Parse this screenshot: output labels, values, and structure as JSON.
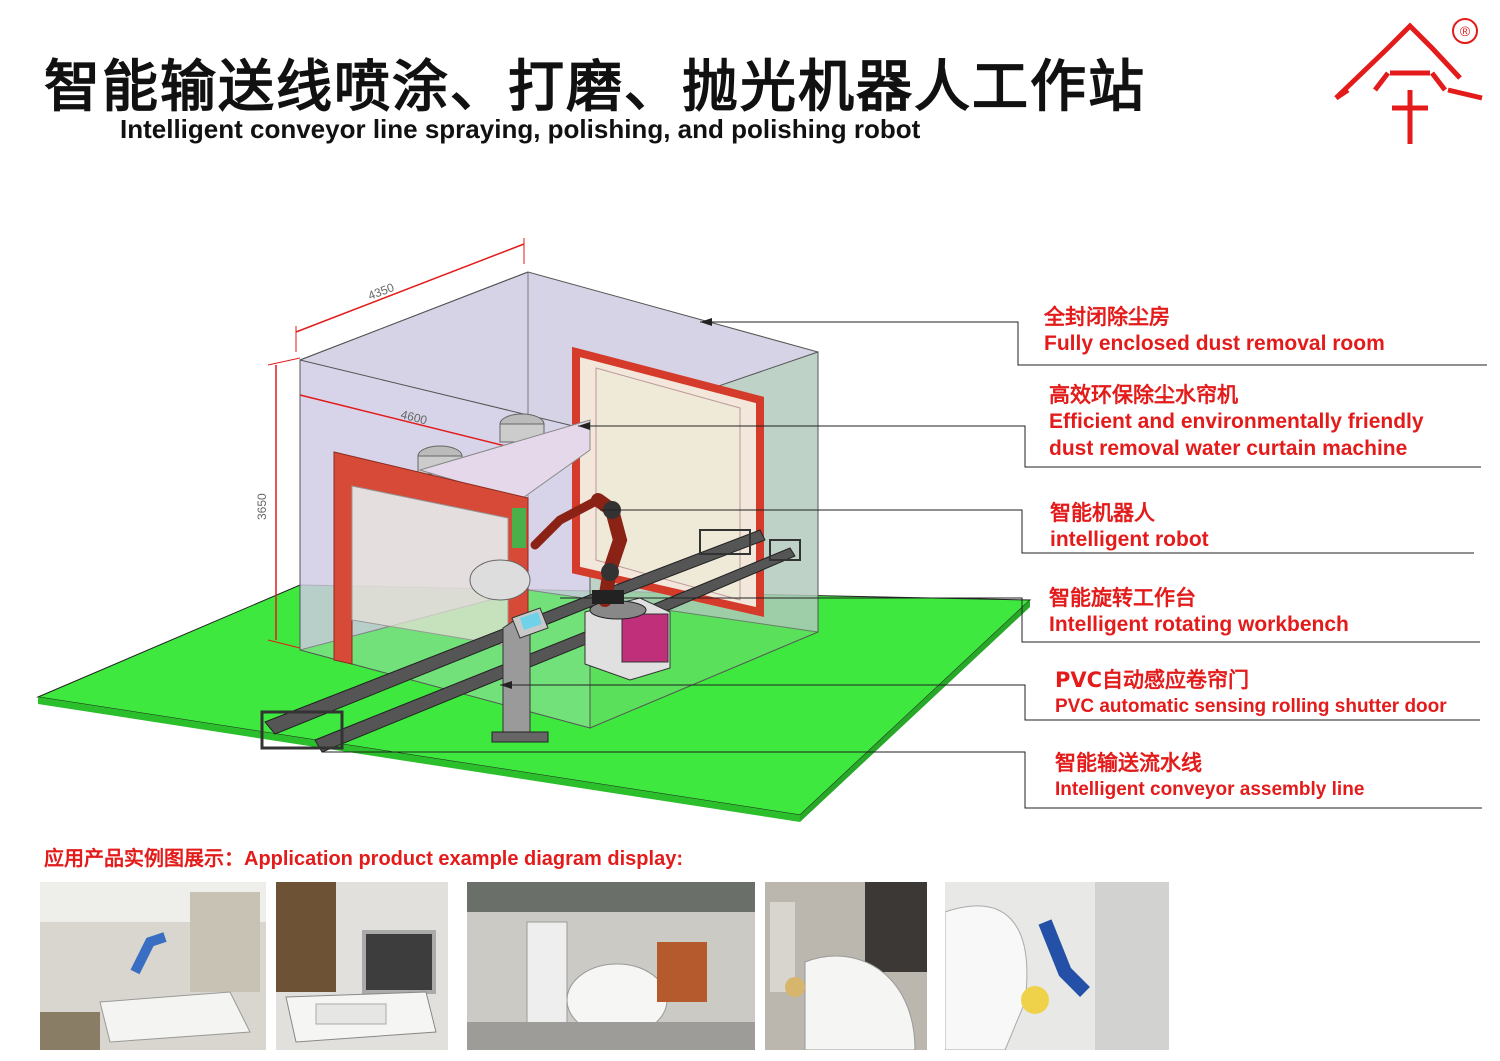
{
  "title_cn": "智能输送线喷涂、打磨、抛光机器人工作站",
  "title_en": "Intelligent conveyor line spraying, polishing, and polishing robot",
  "logo": {
    "icon": "company-logo-icon",
    "registered_mark": "®",
    "color": "#e31b1b"
  },
  "dimensions": {
    "width": "4350",
    "depth": "4600",
    "height": "3650"
  },
  "callouts": [
    {
      "cn": "全封闭除尘房",
      "en": [
        "Fully enclosed dust removal room"
      ]
    },
    {
      "cn": "高效环保除尘水帘机",
      "en": [
        "Efficient and environmentally friendly",
        "dust removal water curtain machine"
      ]
    },
    {
      "cn": "智能机器人",
      "en": [
        "intelligent robot"
      ]
    },
    {
      "cn": "智能旋转工作台",
      "en": [
        "Intelligent rotating workbench"
      ]
    },
    {
      "cn": "PVC自动感应卷帘门",
      "en": [
        "PVC automatic sensing rolling shutter door"
      ]
    },
    {
      "cn": "智能输送流水线",
      "en": [
        "Intelligent conveyor assembly line"
      ]
    }
  ],
  "section_title": "应用产品实例图展示：Application product example diagram display:",
  "photos": [
    "photo-1",
    "photo-2",
    "photo-3",
    "photo-4",
    "photo-5"
  ],
  "colors": {
    "accent": "#e31b1b",
    "floor": "#3ee83e",
    "room": "#b9b3d3"
  }
}
